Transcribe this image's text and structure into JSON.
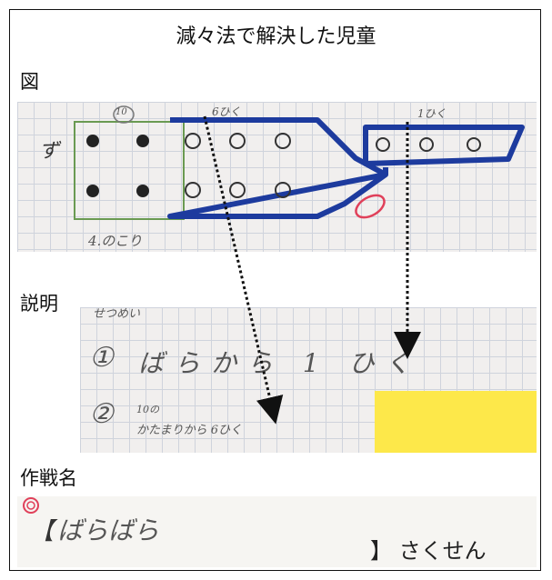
{
  "title": "減々法で解決した児童",
  "labels": {
    "figure": "図",
    "explanation": "説明",
    "strategy_name": "作戦名"
  },
  "figure_photo": {
    "top_left_number": "10",
    "left_text": "ず",
    "take_label_1": "6ひく",
    "take_label_2": "1ひく",
    "bottom_note": "4.のこり"
  },
  "explanation_photo": {
    "top_note": "せつめい",
    "step1_marker": "①",
    "step1_text": "ばらから 1 ひく",
    "step2_marker": "②",
    "step2_small": "10の",
    "step2_text": "かたまりから 6ひく",
    "highlight_color": "#fde84a"
  },
  "strategy_photo": {
    "open_bracket": "【",
    "name": "ばらばら",
    "close_suffix": "】 さくせん"
  },
  "colors": {
    "blue_ink": "#1d3b9e",
    "green_ink": "#6a9a52",
    "red_ink": "#e0405a",
    "black_ink": "#222222"
  }
}
